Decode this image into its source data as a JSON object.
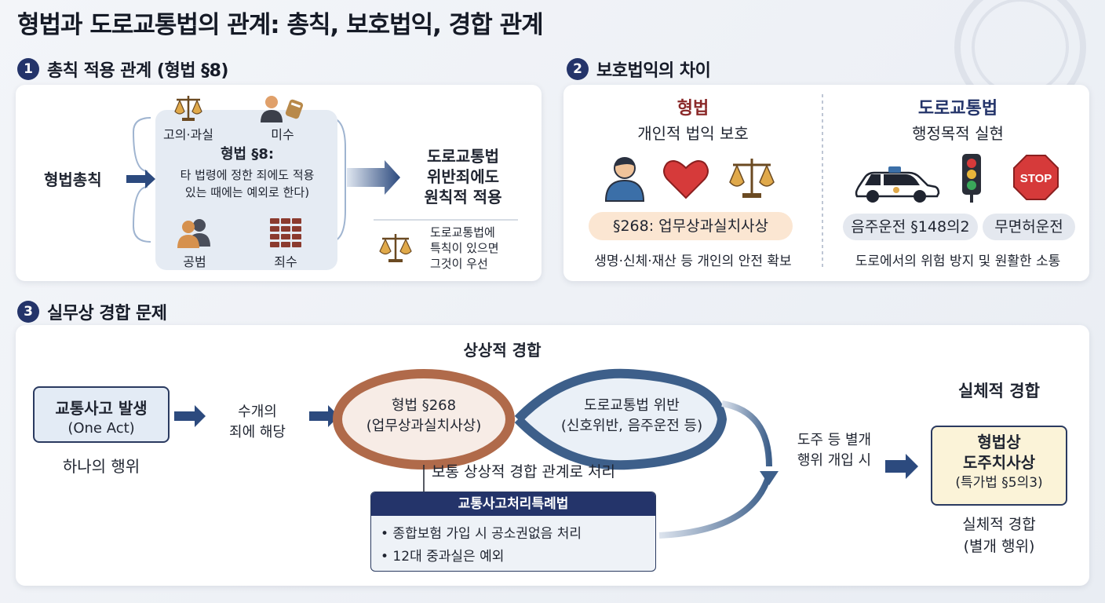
{
  "title": "형법과 도로교통법의 관계: 총칙, 보호법익, 경합 관계",
  "sections": [
    {
      "number": "1",
      "title": "총칙 적용 관계 (형법 §8)"
    },
    {
      "number": "2",
      "title": "보호법익의 차이"
    },
    {
      "number": "3",
      "title": "실무상 경합 문제"
    }
  ],
  "s1": {
    "left_label": "형법총칙",
    "items": [
      "고의·과실",
      "미수",
      "공범",
      "죄수"
    ],
    "box_title": "형법 §8:",
    "box_text_1": "타 법령에 정한 죄에도 적용",
    "box_text_2": "있는 때에는 예외로 한다)",
    "result_1": "도로교통법",
    "result_2": "위반죄에도",
    "result_3": "원칙적 적용",
    "note_1": "도로교통법에",
    "note_2": "특칙이 있으면",
    "note_3": "그것이 우선"
  },
  "s2": {
    "left_title": "형법",
    "left_sub": "개인적 법익 보호",
    "left_pill": "§268: 업무상과실치사상",
    "left_desc": "생명·신체·재산 등 개인의 안전 확보",
    "right_title": "도로교통법",
    "right_sub": "행정목적 실현",
    "right_pill_1": "음주운전 §148의2",
    "right_pill_2": "무면허운전",
    "right_desc": "도로에서의 위험 방지 및 원활한 소통",
    "stop_text": "STOP"
  },
  "s3": {
    "concur_label": "상상적 경합",
    "start_title": "교통사고 발생",
    "start_sub": "(One Act)",
    "start_caption": "하나의 행위",
    "multi_1": "수개의",
    "multi_2": "죄에 해당",
    "oval_left_1": "형법 §268",
    "oval_left_2": "(업무상과실치사상)",
    "oval_right_1": "도로교통법 위반",
    "oval_right_2": "(신호위반, 음주운전 등)",
    "usual": "보통 상상적 경합 관계로 처리",
    "special_title": "교통사고처리특례법",
    "special_item_1": "• 종합보험 가입 시 공소권없음 처리",
    "special_item_2": "• 12대 중과실은 예외",
    "escape_1": "도주 등 별개",
    "escape_2": "행위 개입 시",
    "real_label": "실체적 경합",
    "real_box_1": "형법상",
    "real_box_2": "도주치사상",
    "real_box_3": "(특가법 §5의3)",
    "real_caption_1": "실체적 경합",
    "real_caption_2": "(별개 행위)"
  },
  "colors": {
    "navy": "#24346a",
    "crimson": "#8b2a2a",
    "copper": "#b06a4a",
    "steel": "#3d5f8a"
  }
}
